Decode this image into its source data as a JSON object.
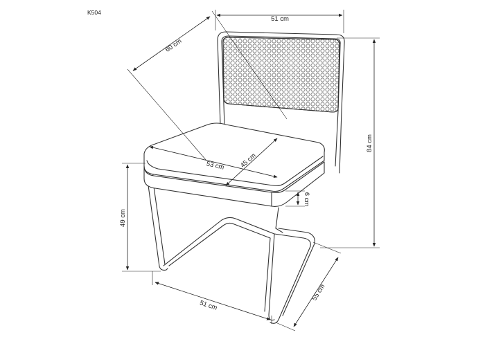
{
  "product_code": "K504",
  "dimensions": {
    "back_width": "51 cm",
    "back_height": "60 cm",
    "total_height": "84 cm",
    "seat_width": "53 cm",
    "seat_depth": "45 cm",
    "seat_thickness": "6 cm",
    "seat_height": "49 cm",
    "base_width": "51 cm",
    "total_depth": "55 cm"
  },
  "colors": {
    "line": "#222222",
    "frame": "#333333"
  }
}
